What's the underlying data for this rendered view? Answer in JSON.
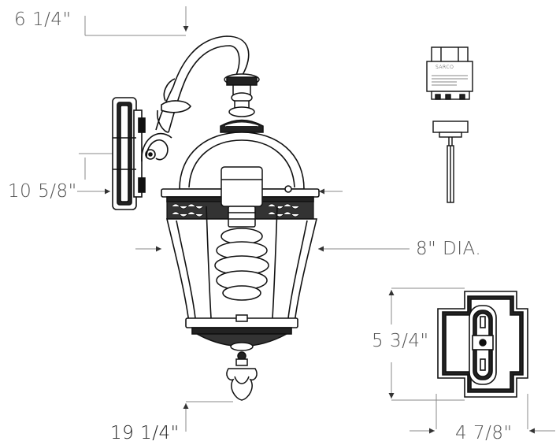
{
  "dimensions": {
    "top_offset": "6 1/4\"",
    "arm_height": "10 5/8\"",
    "diameter": "8\" DIA.",
    "overall_height": "19 1/4\"",
    "plate_height": "5 3/4\"",
    "plate_width": "4 7/8\""
  },
  "ballast_label": {
    "brand": "SARCO"
  },
  "colors": {
    "line": "#1a1a1a",
    "dimension_line": "#777777",
    "label": "#555555"
  }
}
